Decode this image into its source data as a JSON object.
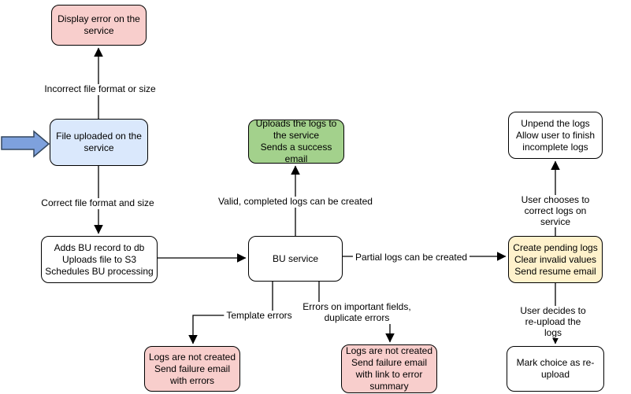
{
  "diagram": {
    "nodes": [
      {
        "name": "display-error",
        "text": "Display error on the\nservice",
        "fill": "#f8cecc"
      },
      {
        "name": "file-uploaded",
        "text": "File uploaded on the\nservice",
        "fill": "#dae8fc"
      },
      {
        "name": "adds-bu-record",
        "text": "Adds BU record to db\nUploads file to S3\nSchedules BU processing",
        "fill": "#ffffff"
      },
      {
        "name": "uploads-logs-success",
        "text": "Uploads the logs to\nthe service\nSends a success\nemail",
        "fill": "#a3d18c"
      },
      {
        "name": "bu-service",
        "text": "BU service",
        "fill": "#ffffff"
      },
      {
        "name": "unpend-logs",
        "text": "Unpend the logs\nAllow user to finish\nincomplete logs",
        "fill": "#ffffff"
      },
      {
        "name": "create-pending-logs",
        "text": "Create pending logs\nClear invalid values\nSend resume email",
        "fill": "#fff2cc"
      },
      {
        "name": "logs-not-created-errors",
        "text": "Logs are not created\nSend failure email\nwith errors",
        "fill": "#f8cecc"
      },
      {
        "name": "logs-not-created-summary",
        "text": "Logs are not created\nSend failure email\nwith link to error\nsummary",
        "fill": "#f8cecc"
      },
      {
        "name": "mark-reupload",
        "text": "Mark choice as re-\nupload",
        "fill": "#ffffff"
      }
    ],
    "edge_labels": [
      {
        "name": "incorrect-format",
        "text": "Incorrect file format or size"
      },
      {
        "name": "correct-format",
        "text": "Correct file format and size"
      },
      {
        "name": "valid-complete",
        "text": "Valid, completed logs can be created"
      },
      {
        "name": "partial-logs",
        "text": "Partial logs can be created"
      },
      {
        "name": "template-errors",
        "text": "Template errors"
      },
      {
        "name": "important-field-errors",
        "text": "Errors on important fields,\nduplicate errors"
      },
      {
        "name": "user-corrects",
        "text": "User chooses to correct logs on service"
      },
      {
        "name": "user-reuploads",
        "text": "User decides to re-upload the logs"
      }
    ],
    "colors": {
      "node_pink": "#f8cecc",
      "node_blue": "#dae8fc",
      "node_green": "#a3d18c",
      "node_yellow": "#fff2cc",
      "node_white": "#ffffff",
      "border": "#000000",
      "entry_arrow_fill": "#7ea1dd",
      "entry_arrow_stroke": "#33475e",
      "background": "#ffffff"
    }
  }
}
